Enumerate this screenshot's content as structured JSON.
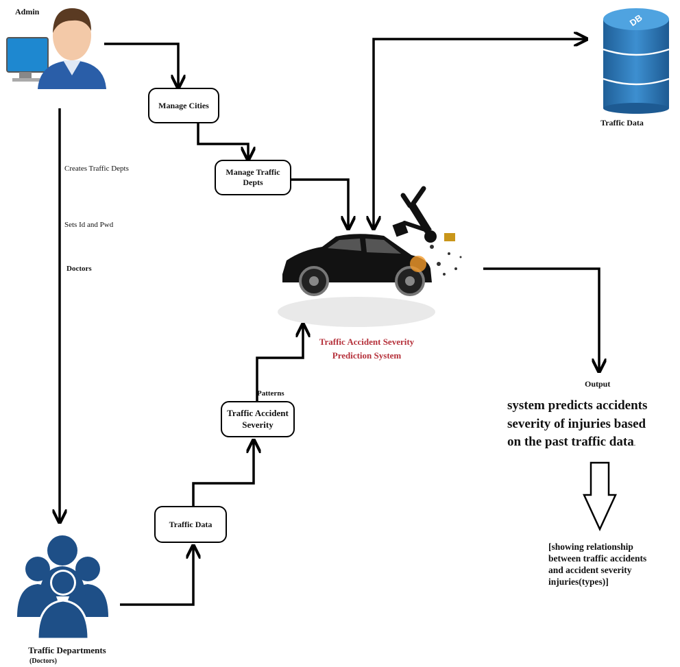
{
  "actors": {
    "admin": "Admin",
    "departments_line1": "Traffic Departments",
    "departments_line2": "(Doctors)"
  },
  "database": {
    "icon_text": "DB",
    "label": "Traffic Data"
  },
  "boxes": {
    "manage_cities": "Manage Cities",
    "manage_traffic_depts": "Manage Traffic Depts",
    "traffic_accident_severity": "Traffic Accident Severity",
    "traffic_data": "Traffic Data"
  },
  "edge_labels": {
    "creates": "Creates Traffic Depts",
    "sets_id": "Sets Id and Pwd",
    "doctors": "Doctors",
    "patterns": "Patterns",
    "output": "Output"
  },
  "system": {
    "line1": "Traffic Accident Severity",
    "line2": "Prediction System",
    "color": "#b5303a"
  },
  "output_text": {
    "line1": "system predicts accidents",
    "line2": "severity of injuries based",
    "line3": "on the past traffic data",
    "period": "."
  },
  "relationship": {
    "line1": "[showing relationship",
    "line2": "between traffic accidents",
    "line3": "and accident severity",
    "line4": "injuries(types)]"
  },
  "colors": {
    "admin_shirt": "#2a5ea8",
    "people_icon": "#1e4f87",
    "db_blue": "#2f7fc0"
  }
}
